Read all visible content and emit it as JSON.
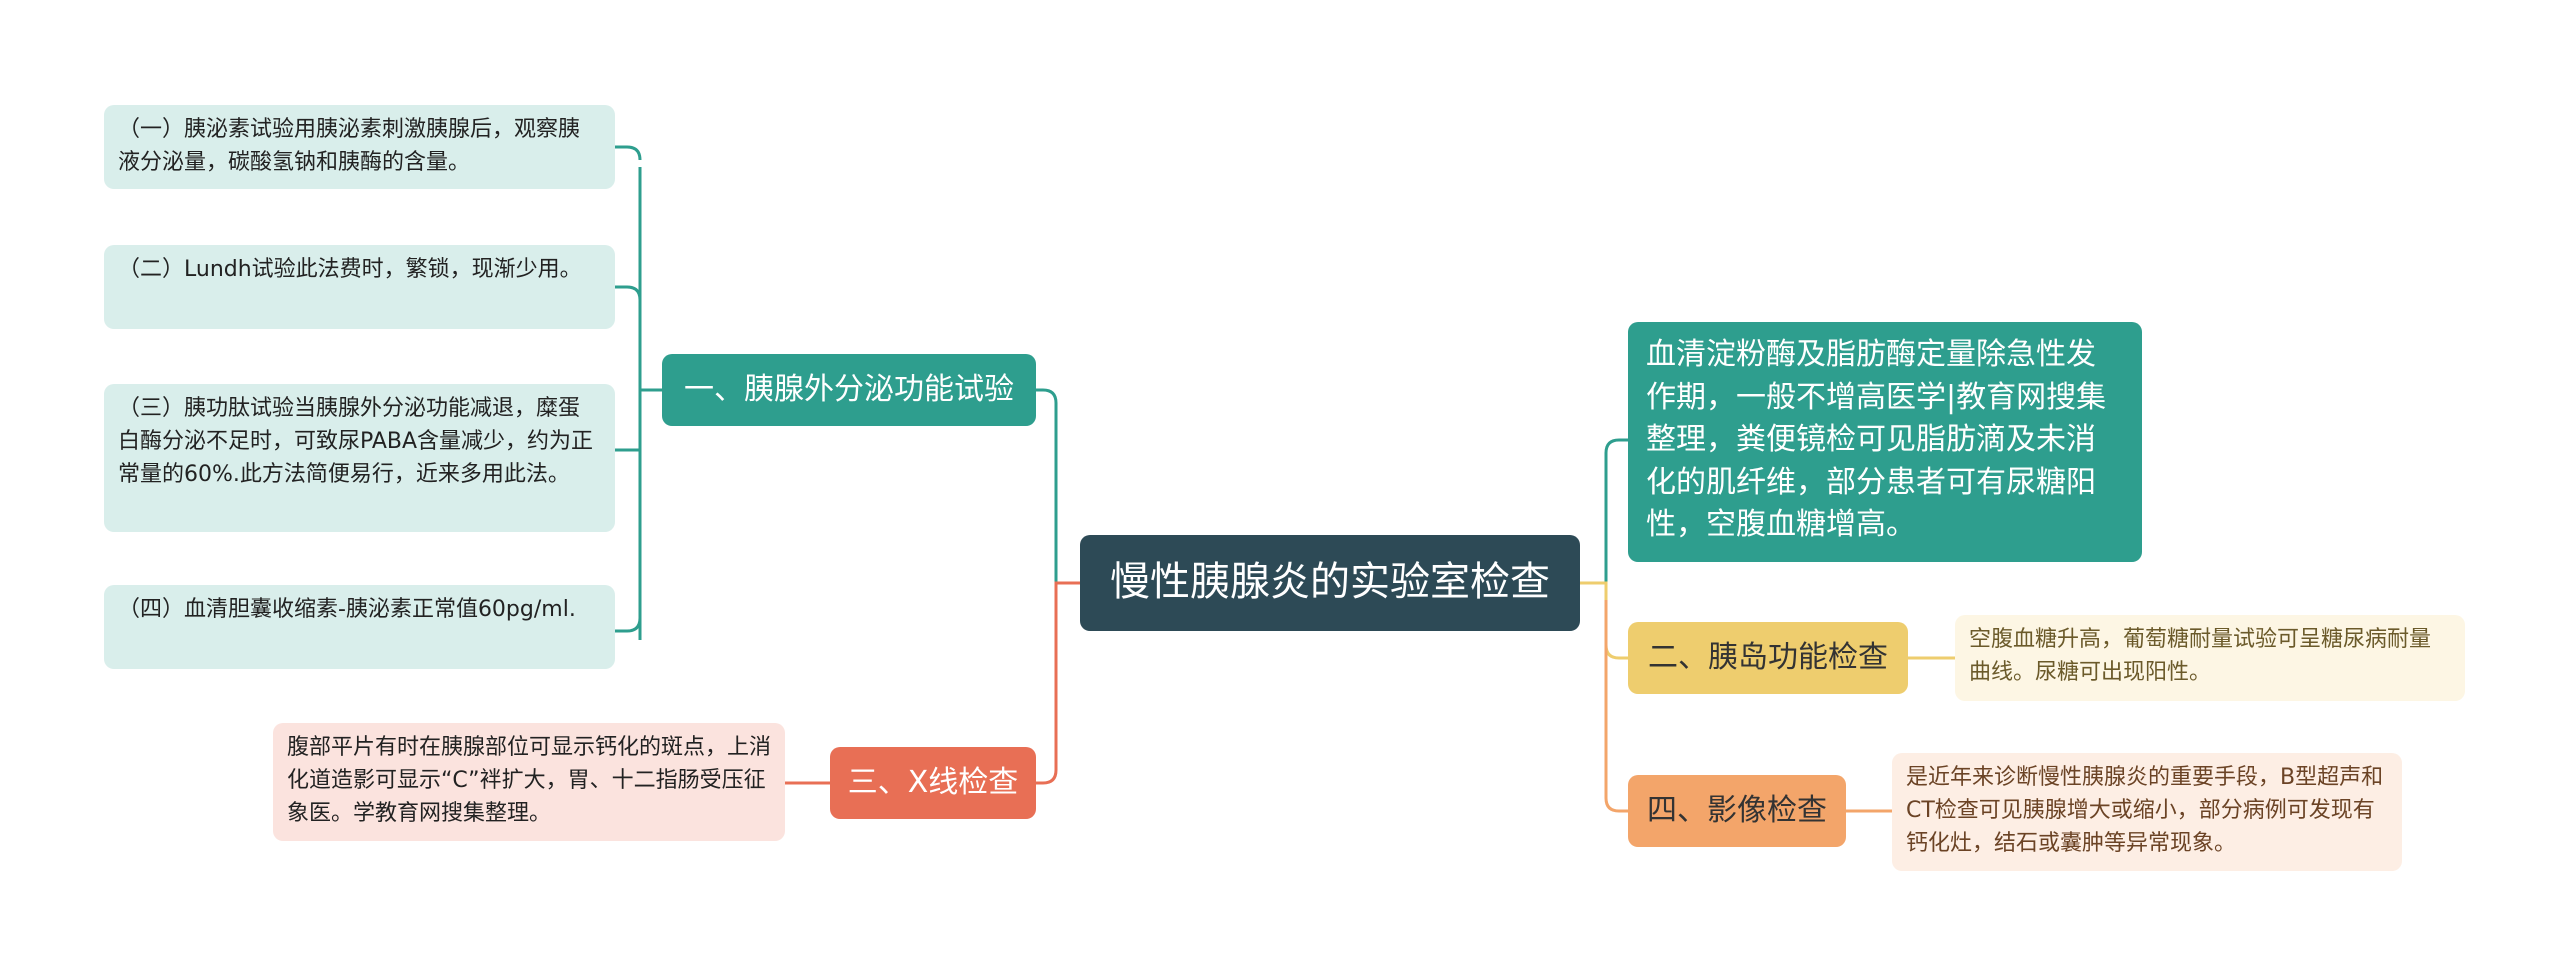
{
  "center": {
    "title": "慢性胰腺炎的实验室检查"
  },
  "branches": {
    "b1": {
      "label": "一、胰腺外分泌功能试验"
    },
    "b2": {
      "label": "二、胰岛功能检查"
    },
    "b3": {
      "label": "三、X线检查"
    },
    "b4": {
      "label": "四、影像检查"
    }
  },
  "leaves": {
    "b1_1": "（一）胰泌素试验用胰泌素刺激胰腺后，观察胰液分泌量，碳酸氢钠和胰酶的含量。",
    "b1_2": "（二）Lundh试验此法费时，繁锁，现渐少用。",
    "b1_3": "（三）胰功肽试验当胰腺外分泌功能减退，糜蛋白酶分泌不足时，可致尿PABA含量减少，约为正常量的60%.此方法简便易行，近来多用此法。",
    "b1_4": "（四）血清胆囊收缩素-胰泌素正常值60pg/ml.",
    "right_top": "血清淀粉酶及脂肪酶定量除急性发作期，一般不增高医学|教育网搜集整理，粪便镜检可见脂肪滴及未消化的肌纤维，部分患者可有尿糖阳性，空腹血糖增高。",
    "b2_1": "空腹血糖升高，葡萄糖耐量试验可呈糖尿病耐量曲线。尿糖可出现阳性。",
    "b3_1": "腹部平片有时在胰腺部位可显示钙化的斑点，上消化道造影可显示“C”袢扩大，胃、十二指肠受压征象医。学教育网搜集整理。",
    "b4_1": "是近年来诊断慢性胰腺炎的重要手段，B型超声和CT检查可见胰腺增大或缩小，部分病例可发现有钙化灶，结石或囊肿等异常现象。"
  },
  "colors": {
    "center": "#2d4a56",
    "teal": "#2e9e8e",
    "teal_light": "#d9eeeb",
    "red": "#e86f55",
    "red_light": "#fbe3de",
    "yellow": "#eecd6e",
    "yellow_light": "#fdf6e4",
    "orange": "#f3a56a",
    "orange_light": "#fdeee4"
  }
}
